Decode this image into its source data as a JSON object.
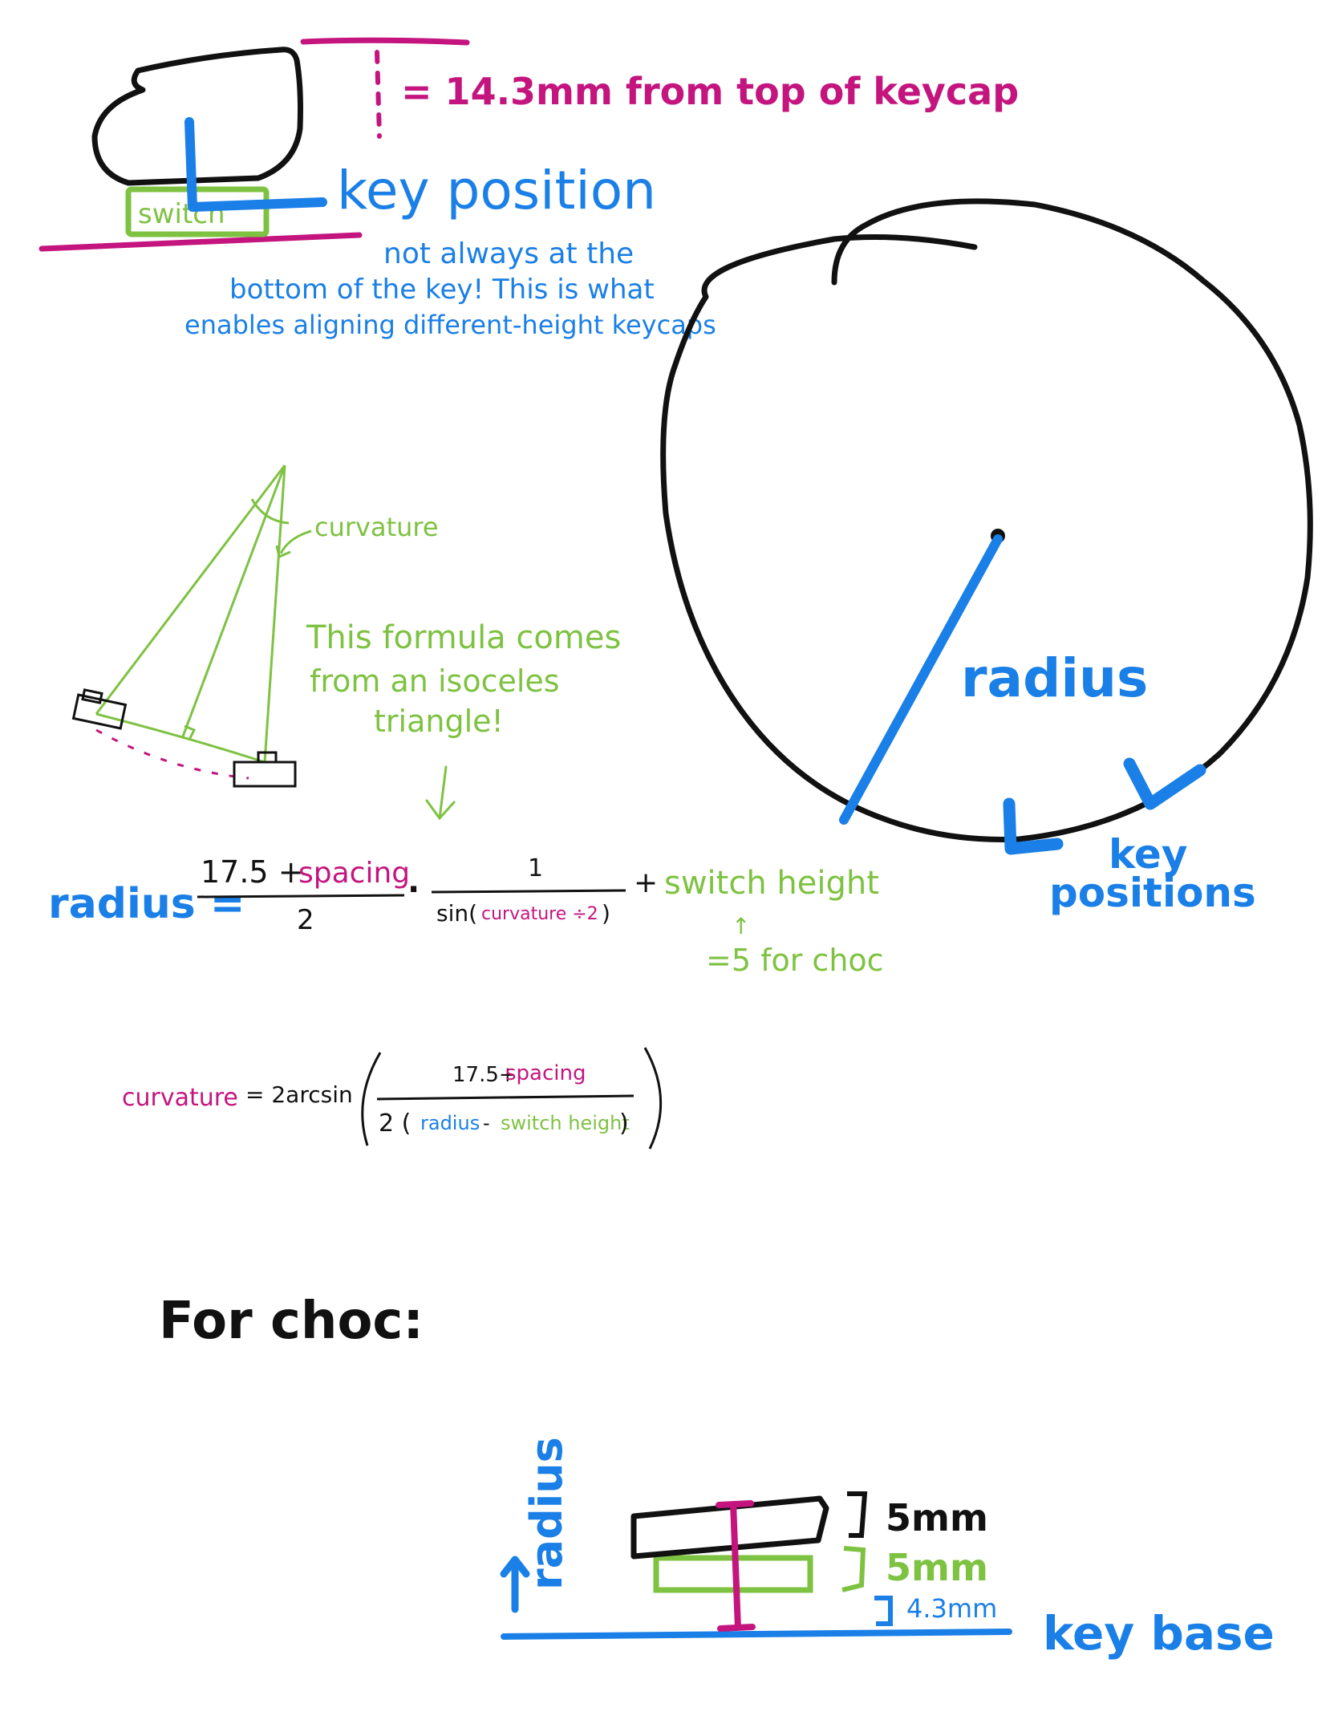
{
  "colors": {
    "black": "#111111",
    "blue": "#1a7fe6",
    "magenta": "#c4157f",
    "green": "#7ec242"
  },
  "keycap_diagram": {
    "switch_label": "switch",
    "measure_note": "= 14.3mm from top of keycap",
    "key_position_label": "key position",
    "note_line1": "not always at the",
    "note_line2": "bottom of the key! This is what",
    "note_line3": "enables aligning different-height keycaps"
  },
  "circle_diagram": {
    "radius_label": "radius",
    "key_positions_line1": "key",
    "key_positions_line2": "positions"
  },
  "triangle_diagram": {
    "curvature_label": "curvature",
    "formula_note_line1": "This formula comes",
    "formula_note_line2": "from an isoceles",
    "formula_note_line3": "triangle!"
  },
  "radius_formula": {
    "lhs": "radius =",
    "num_a": "17.5 +",
    "num_b": "spacing",
    "den": "2",
    "dot": "·",
    "num2": "1",
    "den2_a": "sin(",
    "den2_b": "curvature ÷2",
    "den2_c": ")",
    "plus": "+",
    "switch_height": "switch height",
    "arrow": "↑",
    "choc_note": "=5 for choc"
  },
  "curvature_formula": {
    "lhs": "curvature",
    "eq": "= 2arcsin",
    "num_a": "17.5+",
    "num_b": "spacing",
    "den_a": "2 (",
    "den_b": "radius",
    "den_c": " - ",
    "den_d": "switch height",
    "den_e": ")"
  },
  "choc_section": {
    "heading": "For choc:",
    "radius_label": "radius",
    "top_dim": "5mm",
    "middle_dim": "5mm",
    "bottom_dim": "4.3mm",
    "base_label": "key base"
  }
}
